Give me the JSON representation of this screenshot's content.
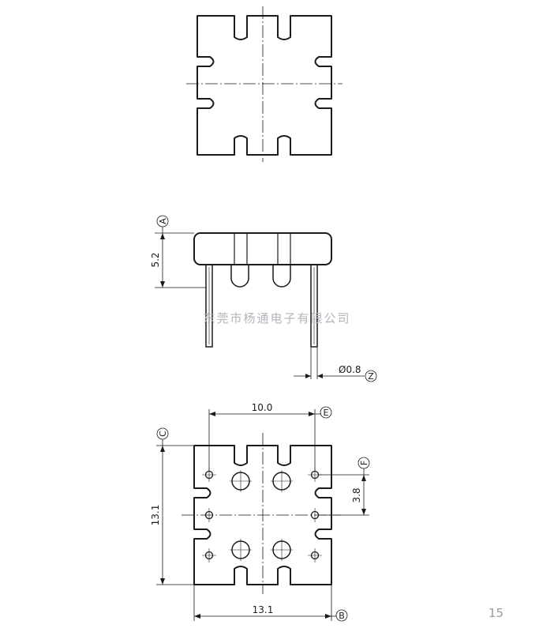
{
  "views": {
    "top": {},
    "side": {
      "height_dim": "5.2",
      "pin_dim": "Ø0.8",
      "ref_a": "A",
      "ref_z": "Z"
    },
    "bottom": {
      "pitch_x_dim": "10.0",
      "height_dim": "13.1",
      "width_dim": "13.1",
      "hole_offset_dim": "3.8",
      "ref_b": "B",
      "ref_c": "C",
      "ref_e": "E",
      "ref_f": "F"
    }
  },
  "watermark": "东莞市杨通电子有限公司",
  "page_number": "15"
}
